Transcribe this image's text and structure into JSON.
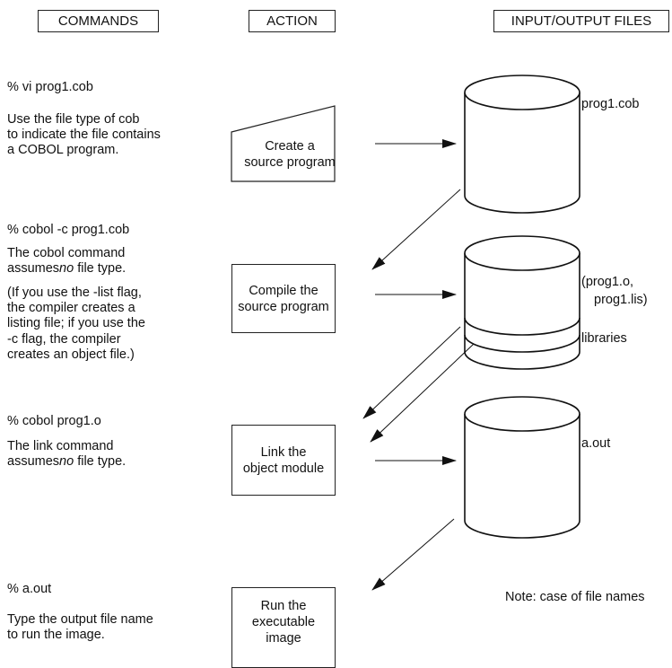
{
  "headers": {
    "commands": "COMMANDS",
    "action": "ACTION",
    "files": "INPUT/OUTPUT FILES"
  },
  "steps": [
    {
      "command": "% vi prog1.cob",
      "desc_lines": [
        "Use the file type of cob",
        "to indicate the file contains",
        "a COBOL program."
      ],
      "action_lines": [
        "Create a",
        "source program"
      ],
      "file_labels": [
        "prog1.cob"
      ]
    },
    {
      "command": "% cobol -c prog1.cob",
      "desc_line1": "The cobol command",
      "desc_line2_pre": "assumes",
      "desc_line2_em": "no",
      "desc_line2_post": " file type.",
      "desc_extra": [
        "(If you use the -list flag,",
        "the compiler creates a",
        "listing file; if you use the",
        "-c flag, the compiler",
        "creates an object file.)"
      ],
      "action_lines": [
        "Compile the",
        "source program"
      ],
      "file_labels": [
        "(prog1.o,",
        "prog1.lis)"
      ],
      "library_label": "libraries"
    },
    {
      "command": "% cobol prog1.o",
      "desc_line1": "The link command",
      "desc_line2_pre": "assumes",
      "desc_line2_em": "no",
      "desc_line2_post": " file type.",
      "action_lines": [
        "Link the",
        "object module"
      ],
      "file_labels": [
        "a.out"
      ]
    },
    {
      "command": "% a.out",
      "desc_lines": [
        "Type the output file name",
        "to run the image."
      ],
      "action_lines": [
        "Run the",
        "executable",
        "image"
      ]
    }
  ],
  "note": "Note: case of file names"
}
